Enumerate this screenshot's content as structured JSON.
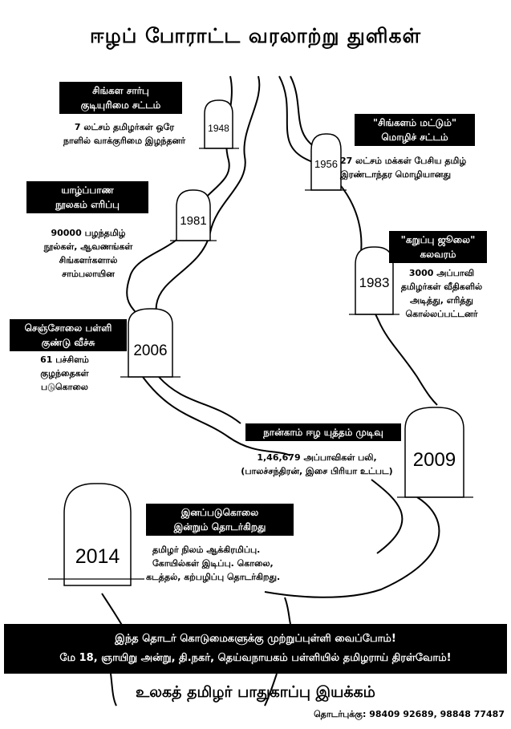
{
  "poster": {
    "title": "ஈழப் போராட்ட வரலாற்று துளிகள்",
    "milestones": [
      {
        "year": "1948",
        "heading": [
          "சிங்கள சார்பு",
          "குடியுரிமை சட்டம்"
        ],
        "desc": [
          "7 லட்சம் தமிழர்கள் ஒரே",
          "நாளில் வாக்குரிமை இழந்தனர்"
        ]
      },
      {
        "year": "1956",
        "heading": [
          "\"சிங்களம் மட்டும்\"",
          "மொழிச் சட்டம்"
        ],
        "desc": [
          "27 லட்சம் மக்கள் பேசிய தமிழ்",
          "இரண்டாந்தர மொழியானது"
        ]
      },
      {
        "year": "1981",
        "heading": [
          "யாழ்ப்பாண",
          "நூலகம் எரிப்பு"
        ],
        "desc": [
          "90000 பழந்தமிழ்",
          "நூல்கள், ஆவணங்கள்",
          "சிங்களர்களால்",
          "சாம்பலாயின"
        ]
      },
      {
        "year": "1983",
        "heading": [
          "\"கறுப்பு ஜூலை\"",
          "கலவரம்"
        ],
        "desc": [
          "3000 அப்பாவி",
          "தமிழர்கள் வீதிகளில்",
          "அடித்து, எரித்து",
          "கொல்லப்பட்டனர்"
        ]
      },
      {
        "year": "2006",
        "heading": [
          "செஞ்சோலை பள்ளி",
          "குண்டு வீச்சு"
        ],
        "desc": [
          "61 பச்சிளம்",
          "குழந்தைகள்",
          "படுகொலை"
        ]
      },
      {
        "year": "2009",
        "heading": [
          "நான்காம் ஈழ யுத்தம் முடிவு"
        ],
        "desc": [
          "1,46,679 அப்பாவிகள் பலி,",
          "(பாலச்சந்திரன், இசை பிரியா உட்பட)"
        ]
      },
      {
        "year": "2014",
        "heading": [
          "இனப்படுகொலை",
          "இன்றும் தொடர்கிறது"
        ],
        "desc": [
          "தமிழர் நிலம் ஆக்கிரமிப்பு.",
          "கோயில்கள் இடிப்பு. கொலை,",
          "கடத்தல், கற்பழிப்பு தொடர்கிறது."
        ]
      }
    ],
    "banner": [
      "இந்த தொடர் கொடுமைகளுக்கு முற்றுப்புள்ளி வைப்போம்!",
      "மே 18, ஞாயிறு அன்று, தி.நகர், தெய்வநாயகம் பள்ளியில் தமிழராய் திரள்வோம்!"
    ],
    "organization": "உலகத் தமிழர் பாதுகாப்பு இயக்கம்",
    "contact": "தொடர்புக்கு: 98409 92689, 98848 77487"
  }
}
